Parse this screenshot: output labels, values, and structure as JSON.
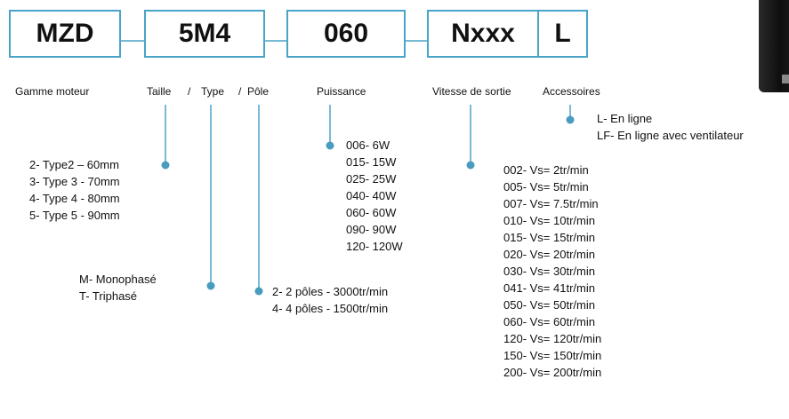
{
  "code": {
    "range": "MZD",
    "size_type_pole": "5M4",
    "power": "060",
    "speed": "Nxxx",
    "accessory": "L"
  },
  "labels": {
    "range": "Gamme moteur",
    "size": "Taille",
    "sep1": "/",
    "type": "Type",
    "sep2": "/",
    "pole": "Pôle",
    "power": "Puissance",
    "speed": "Vitesse de sortie",
    "accessory": "Accessoires"
  },
  "sizes": [
    "2- Type2 – 60mm",
    "3- Type 3 - 70mm",
    "4- Type 4 - 80mm",
    "5- Type 5 - 90mm"
  ],
  "types": [
    "M- Monophasé",
    "T- Triphasé"
  ],
  "poles": [
    "2- 2 pôles - 3000tr/min",
    "4- 4 pôles - 1500tr/min"
  ],
  "powers": [
    "006- 6W",
    "015- 15W",
    "025- 25W",
    "040- 40W",
    "060- 60W",
    "090- 90W",
    "120- 120W"
  ],
  "speeds": [
    "002- Vs= 2tr/min",
    "005- Vs= 5tr/min",
    "007- Vs= 7.5tr/min",
    "010- Vs= 10tr/min",
    "015- Vs= 15tr/min",
    "020- Vs= 20tr/min",
    "030- Vs= 30tr/min",
    "041- Vs= 41tr/min",
    "050- Vs= 50tr/min",
    "060- Vs= 60tr/min",
    "120- Vs= 120tr/min",
    "150- Vs= 150tr/min",
    "200- Vs= 200tr/min"
  ],
  "accessories": [
    "L- En ligne",
    "LF-  En ligne avec ventilateur"
  ],
  "colors": {
    "accent": "#4aa3c8",
    "dot": "#4a9bc0",
    "text": "#111111"
  }
}
